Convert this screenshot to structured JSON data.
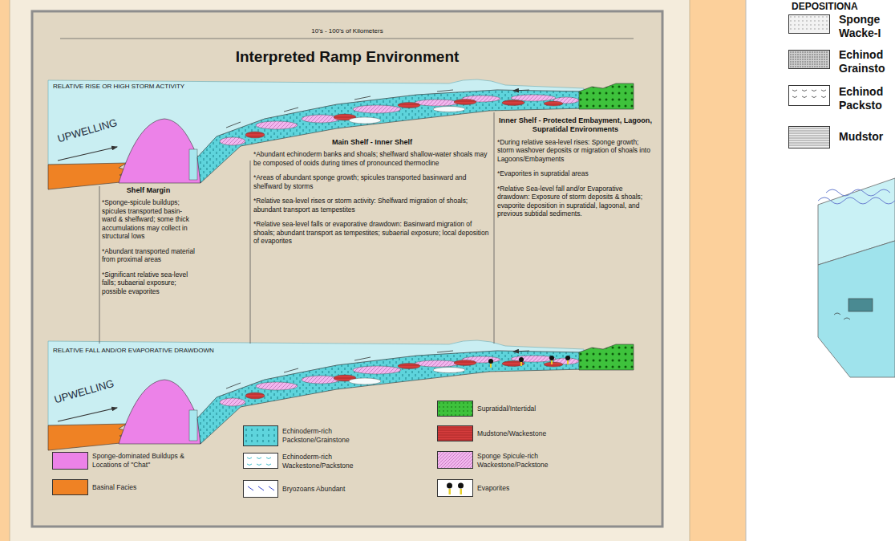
{
  "diagram": {
    "title": "Interpreted Ramp Environment",
    "nodes": [
      {
        "text": [
          "Shelf Margin",
          "*Sponge-spicule buildups; spicules transported basin-ward & shelfward; some thick accumulations may collect in structural lows",
          "*Abundant transported material from proximal areas",
          "*Significant relative sea-level falls; subaerial exposure; possible evaporites"
        ]
      },
      {
        "text": [
          "Main Shelf - Inner Shelf",
          "*Abundant echinoderm banks and shoals; shelfward shallow-water shoals may be composed of ooids during times of pronounced thermocline",
          "*Areas of abundant sponge growth; spicules transported basinward and shelfward by storms",
          "*Relative sea-level rises or storm activity: Shelfward migration of shoals; abundant transport as tempestites",
          "*Relative sea-level falls or evaporative drawdown: Basinward migration of shoals; abundant transport as tempestites; subaerial exposure; local deposition of evaporites"
        ]
      },
      {
        "text": [
          "Inner Shelf - Protected Embayment, Lagoon, Supratidal Environments",
          "*During relative sea-level rises: Sponge growth; storm washover deposits or migration of shoals into Lagoons/Embayments",
          "*Evaporites in supratidal areas",
          "*Relative Sea-level fall and/or Evaporative drawdown: Exposure of storm deposits & shoals; evaporite deposition in supratidal, lagoonal, and previous subtidal sediments."
        ]
      }
    ],
    "labels": [
      "10's - 100's of Kilometers",
      "RELATIVE RISE OR HIGH STORM ACTIVITY",
      "UPWELLING",
      "RELATIVE FALL AND/OR EVAPORATIVE DRAWDOWN",
      "UPWELLING",
      "DEPOSITIONA"
    ],
    "legend": [
      {
        "text": "Sponge-dominated Buildups & Locations of \"Chat\"",
        "color": "#ec82e8"
      },
      {
        "text": "Basinal Facies",
        "color": "#ef8224"
      },
      {
        "text": "Echinoderm-rich Packstone/Grainstone",
        "color": "#5ed4dc"
      },
      {
        "text": "Echinoderm-rich Wackestone/Packstone"
      },
      {
        "text": "Bryozoans Abundant"
      },
      {
        "text": "Supratidal/Intertidal",
        "color": "#3ec23c"
      },
      {
        "text": "Mudstone/Wackestone",
        "color": "#d63d3d"
      },
      {
        "text": "Sponge Spicule-rich Wackestone/Packstone",
        "color": "#f2b6ee"
      },
      {
        "text": "Evaporites"
      },
      {
        "text": "Sponge Wacke-I",
        "color": "#f2f2f2"
      },
      {
        "text": "Echinod Grainsto",
        "color": "#d0d0d0"
      },
      {
        "text": "Echinod Packsto"
      },
      {
        "text": "Mudstor",
        "color": "#eeeeee"
      }
    ]
  }
}
